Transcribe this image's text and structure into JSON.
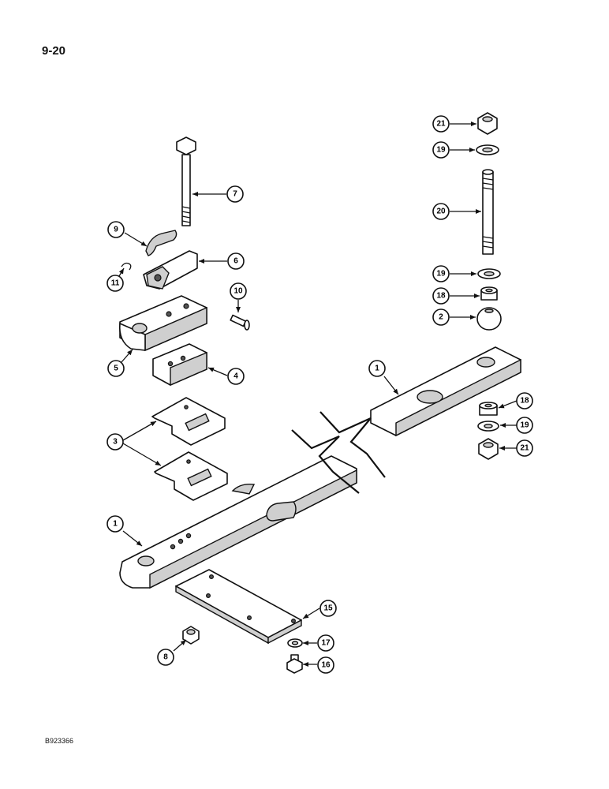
{
  "page": {
    "number": "9-20",
    "figure_code": "B923366"
  },
  "callouts": {
    "c1a": "1",
    "c1b": "1",
    "c2": "2",
    "c3": "3",
    "c4": "4",
    "c5": "5",
    "c6": "6",
    "c7": "7",
    "c8": "8",
    "c9": "9",
    "c10": "10",
    "c11": "11",
    "c15": "15",
    "c16": "16",
    "c17": "17",
    "c18a": "18",
    "c18b": "18",
    "c19a": "19",
    "c19b": "19",
    "c19c": "19",
    "c20": "20",
    "c21a": "21",
    "c21b": "21"
  }
}
